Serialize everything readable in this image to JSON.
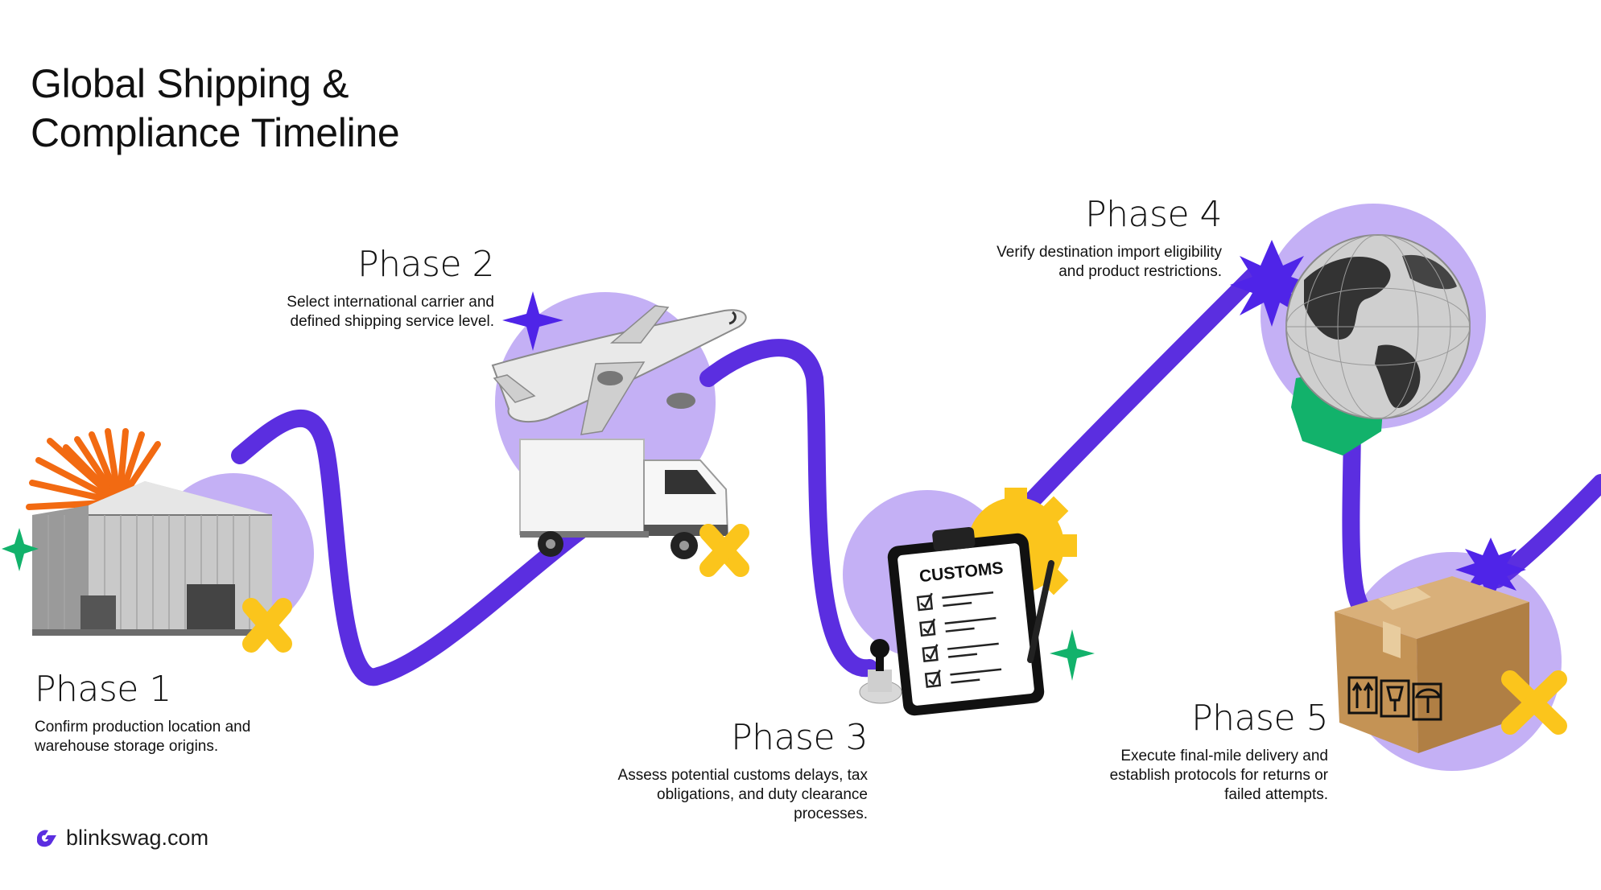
{
  "title": {
    "line1": "Global Shipping &",
    "line2": "Compliance Timeline"
  },
  "phases": [
    {
      "label": "Phase 1",
      "text_lines": [
        "Confirm production location and",
        "warehouse storage origins."
      ],
      "icon": "warehouse"
    },
    {
      "label": "Phase 2",
      "text_lines": [
        "Select international carrier and",
        "defined shipping service level."
      ],
      "icon": "airplane-and-truck"
    },
    {
      "label": "Phase 3",
      "text_lines": [
        "Assess potential customs delays, tax",
        "obligations, and duty clearance",
        "processes."
      ],
      "icon": "customs-clipboard"
    },
    {
      "label": "Phase 4",
      "text_lines": [
        "Verify destination import eligibility",
        "and product restrictions."
      ],
      "icon": "globe"
    },
    {
      "label": "Phase 5",
      "text_lines": [
        "Execute final-mile delivery and",
        "establish protocols for returns or",
        "failed attempts."
      ],
      "icon": "cardboard-box"
    }
  ],
  "clipboard_label": "CUSTOMS",
  "footer": {
    "brand": "blinkswag.com"
  },
  "colors": {
    "path": "#5b2ee0",
    "circle": "#c4b0f5",
    "yellow": "#fbc51c",
    "green": "#12b26b",
    "orange": "#f26a12",
    "star_purple": "#4f24e8"
  }
}
